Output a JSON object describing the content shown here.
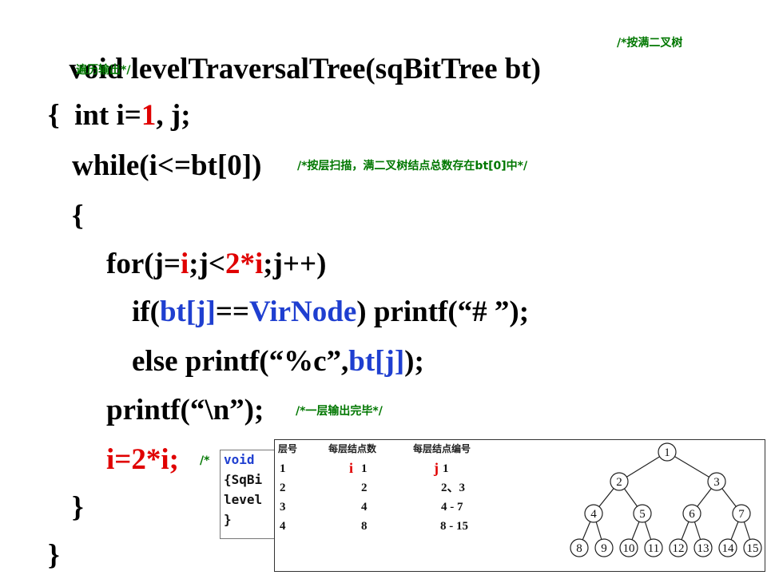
{
  "code": {
    "l1": "void levelTraversalTree(sqBitTree bt)",
    "l1_comment_a": "/*按满二叉树",
    "l1_comment_b": "遍历输出*/",
    "l2_a": "{  int i=",
    "l2_b": "1",
    "l2_c": ", j;",
    "l3": "while(i<=bt[0])",
    "l3_comment": "/*按层扫描，满二叉树结点总数存在bt[0]中*/",
    "l4": "{",
    "l5_a": "for(j=",
    "l5_b": "i",
    "l5_c": ";j<",
    "l5_d": "2*",
    "l5_e": "i",
    "l5_f": ";j++)",
    "l6_a": "if(",
    "l6_b": "bt[j]",
    "l6_c": "==",
    "l6_d": "VirNode",
    "l6_e": ") printf(“# ”);",
    "l7_a": "else printf(“%c”,",
    "l7_b": "bt[j]",
    "l7_c": ");",
    "l8": "printf(“\\n”);",
    "l8_comment": "/*一层输出完毕*/",
    "l9": "i=2*i;",
    "l9_comment": "/*",
    "l10": "}",
    "l11": "}"
  },
  "overlay_code": {
    "line1": "void",
    "line2": "{SqBi",
    "line3": "level",
    "line4": "}"
  },
  "table": {
    "headers": [
      "层号",
      "每层结点数",
      "每层结点编号"
    ],
    "marker_i": "i",
    "marker_j": "j",
    "rows": [
      {
        "level": "1",
        "count": "1",
        "ids": "1"
      },
      {
        "level": "2",
        "count": "2",
        "ids": "2、3"
      },
      {
        "level": "3",
        "count": "4",
        "ids": "4 - 7"
      },
      {
        "level": "4",
        "count": "8",
        "ids": "8 - 15"
      }
    ]
  },
  "tree": {
    "nodes": [
      "1",
      "2",
      "3",
      "4",
      "5",
      "6",
      "7",
      "8",
      "9",
      "10",
      "11",
      "12",
      "13",
      "14",
      "15"
    ]
  }
}
